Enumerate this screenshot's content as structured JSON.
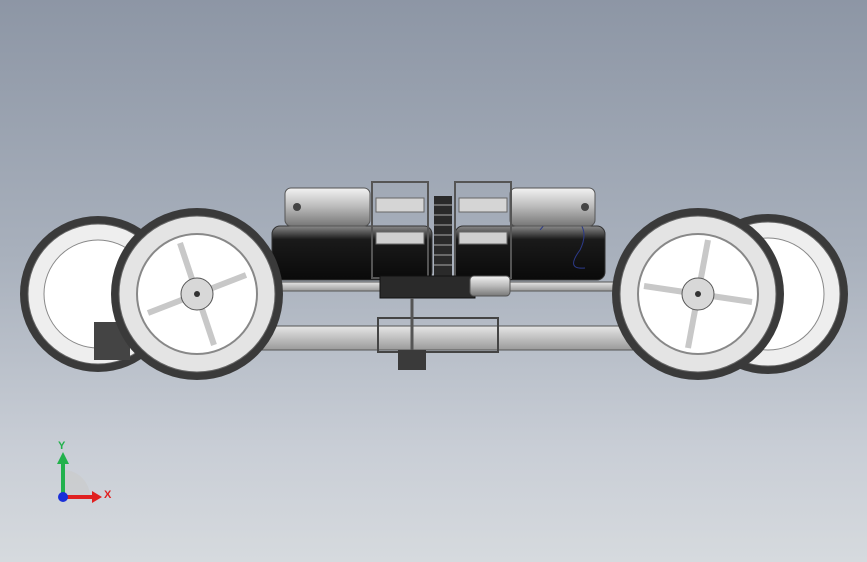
{
  "viewport": {
    "background_top": "#8d96a5",
    "background_bottom": "#d6dade"
  },
  "model": {
    "description_icon": "robot-chassis-assembly",
    "wheel_count": 4,
    "motor_count": 2
  },
  "triad": {
    "y_label": "Y",
    "x_label": "X",
    "y_color": "#22b14c",
    "x_color": "#e02020",
    "z_color": "#1a2fd8"
  }
}
